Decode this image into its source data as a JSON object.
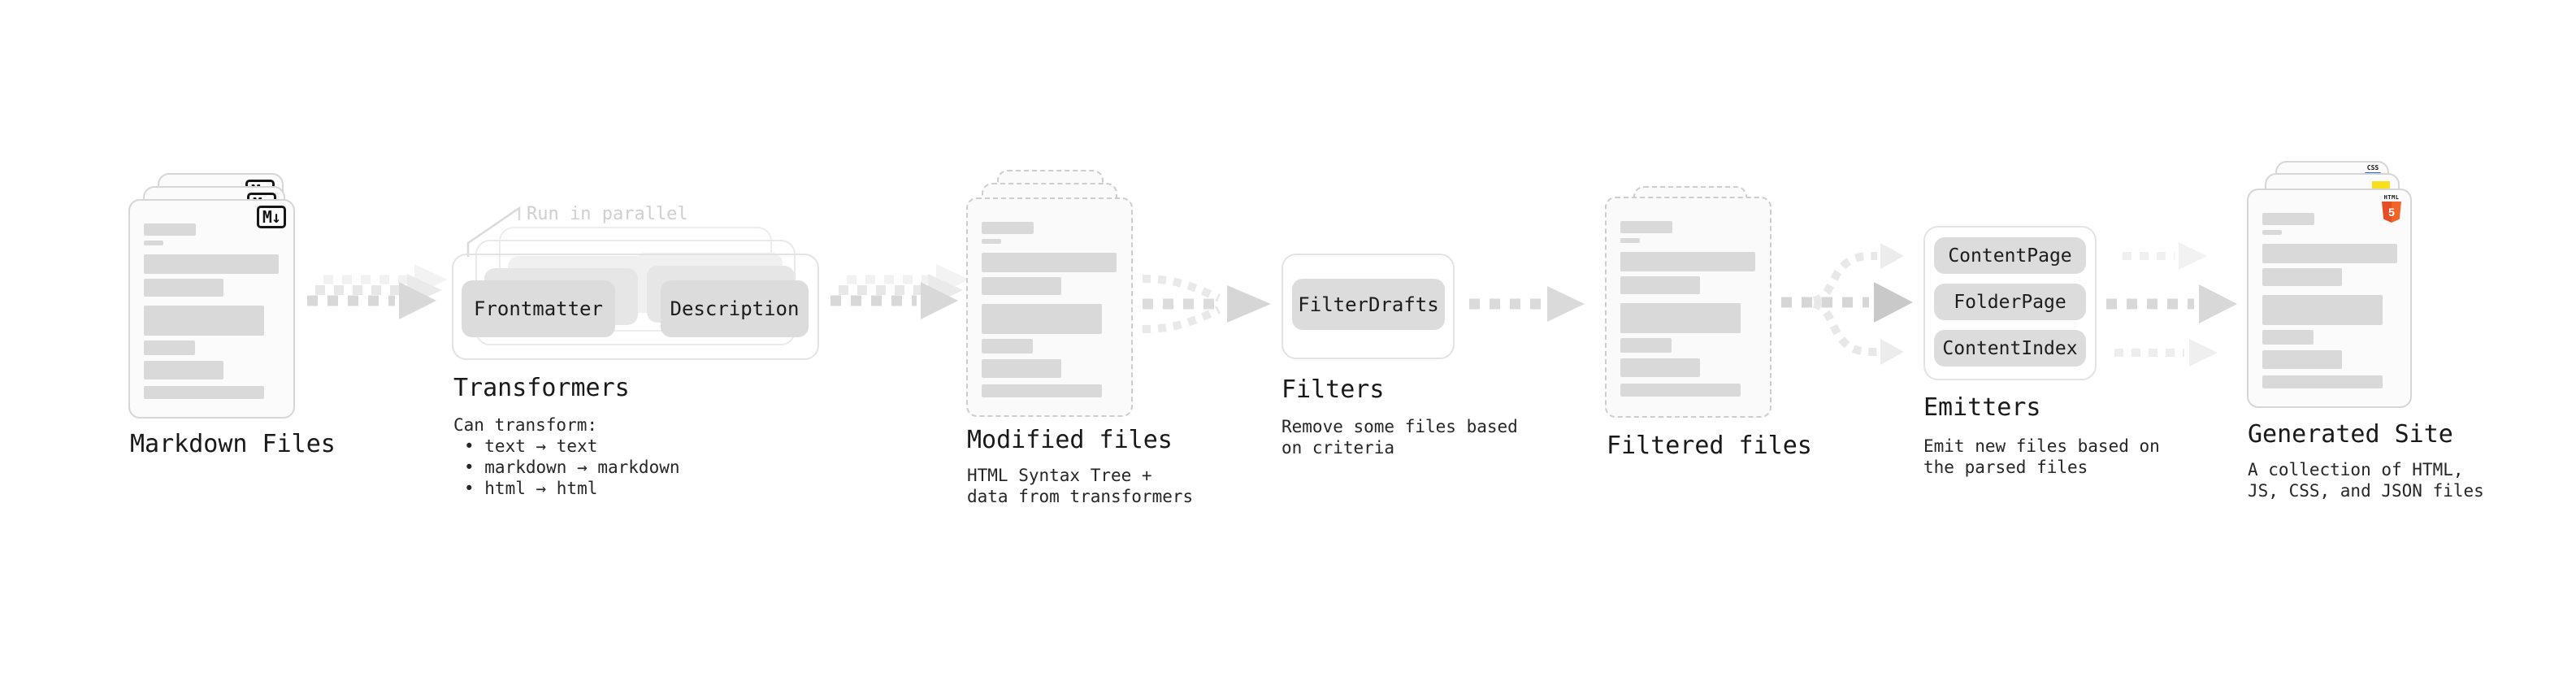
{
  "stages": {
    "markdown": {
      "label": "Markdown Files",
      "badge": "M↓"
    },
    "transformers": {
      "label": "Transformers",
      "callout": "Run in parallel",
      "pill_front": "Frontmatter",
      "pill_back": "Description",
      "desc_title": "Can transform:",
      "bullets": [
        "• text → text",
        "• markdown → markdown",
        "• html → html"
      ]
    },
    "modified": {
      "label": "Modified files",
      "desc": [
        "HTML Syntax Tree +",
        "data from transformers"
      ]
    },
    "filters": {
      "label": "Filters",
      "pill": "FilterDrafts",
      "desc": [
        "Remove some files based",
        "on criteria"
      ]
    },
    "filtered": {
      "label": "Filtered files"
    },
    "emitters": {
      "label": "Emitters",
      "pills": [
        "ContentPage",
        "FolderPage",
        "ContentIndex"
      ],
      "desc": [
        "Emit new files based on",
        "the parsed files"
      ]
    },
    "generated": {
      "label": "Generated Site",
      "css_badge": "CSS",
      "html5_badge_text": "HTML",
      "html5_badge_number": "5",
      "desc": [
        "A collection of HTML,",
        "JS, CSS, and JSON files"
      ]
    }
  },
  "colors": {
    "pill_gray": "#dcdcdc",
    "arrow_gray": "#d8d8d8",
    "placeholder_gray": "#d9d9d9",
    "html5_orange": "#e44d26",
    "js_yellow": "#f7df1e",
    "css_blue": "#2e63e6"
  }
}
